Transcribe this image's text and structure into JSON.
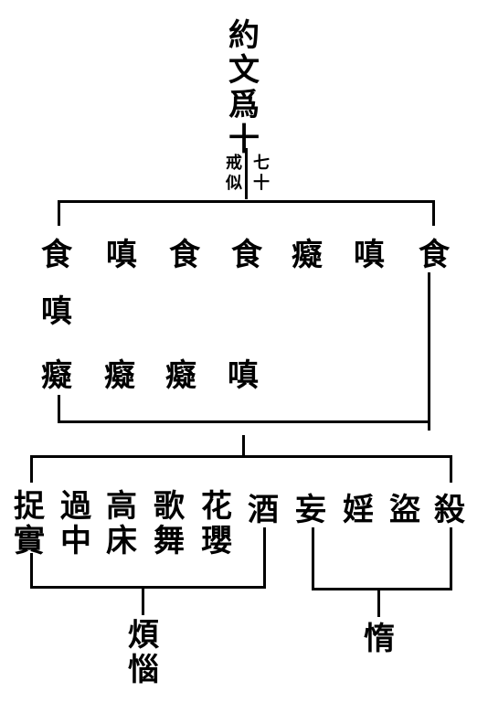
{
  "root": {
    "chars": [
      "約",
      "文",
      "爲",
      "十"
    ]
  },
  "root_note": {
    "left": [
      "戒",
      "似"
    ],
    "right": [
      "七",
      "十"
    ]
  },
  "row1": [
    "食",
    "嗔",
    "食",
    "食",
    "癡",
    "嗔",
    "食"
  ],
  "row2": [
    "嗔"
  ],
  "row3": [
    "癡",
    "癡",
    "癡",
    "嗔"
  ],
  "branch_left": {
    "pairs": [
      [
        "捉",
        "實"
      ],
      [
        "過",
        "中"
      ],
      [
        "高",
        "床"
      ],
      [
        "歌",
        "舞"
      ],
      [
        "花",
        "瓔"
      ]
    ],
    "single": "酒",
    "result": [
      "煩",
      "惱"
    ]
  },
  "branch_right": {
    "chars": [
      "妄",
      "婬",
      "盜",
      "殺"
    ],
    "result": "惰"
  }
}
